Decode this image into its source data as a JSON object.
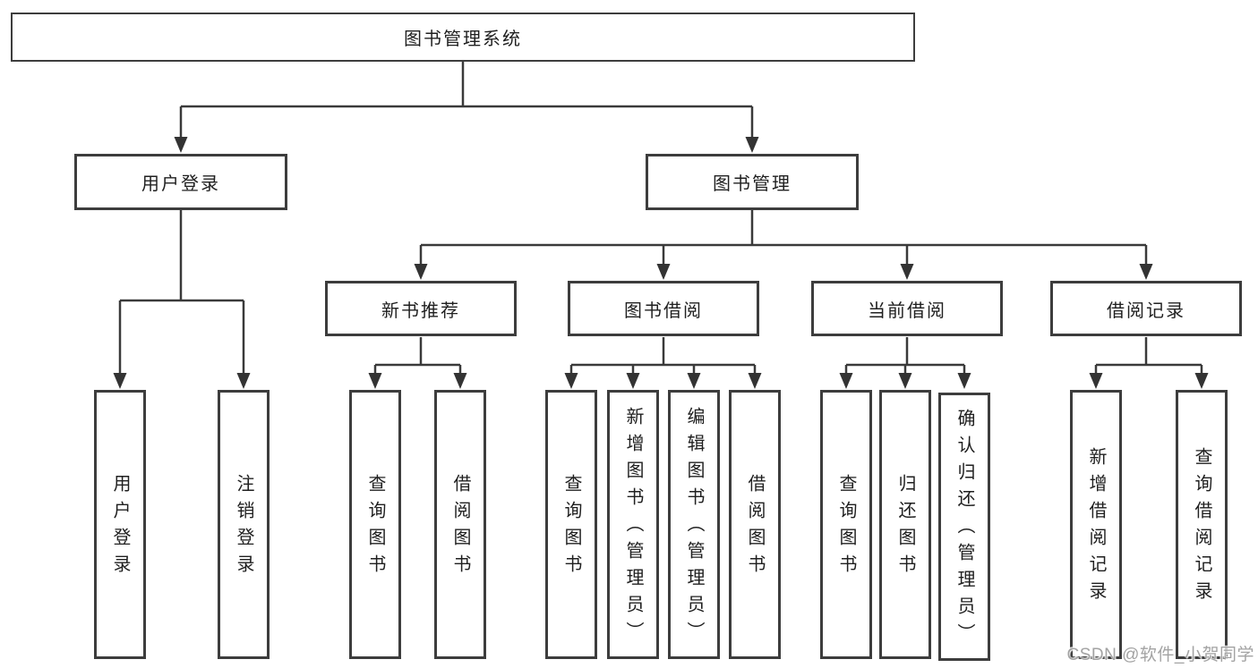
{
  "tree": {
    "root": {
      "label": "图书管理系统"
    },
    "branches": [
      {
        "label": "用户登录",
        "leaves": [
          {
            "label": "用户登录"
          },
          {
            "label": "注销登录"
          }
        ]
      },
      {
        "label": "图书管理",
        "groups": [
          {
            "label": "新书推荐",
            "leaves": [
              {
                "label": "查询图书"
              },
              {
                "label": "借阅图书"
              }
            ]
          },
          {
            "label": "图书借阅",
            "leaves": [
              {
                "label": "查询图书"
              },
              {
                "label": "新增图书（管理员）"
              },
              {
                "label": "编辑图书（管理员）"
              },
              {
                "label": "借阅图书"
              }
            ]
          },
          {
            "label": "当前借阅",
            "leaves": [
              {
                "label": "查询图书"
              },
              {
                "label": "归还图书"
              },
              {
                "label": "确认归还（管理员）"
              }
            ]
          },
          {
            "label": "借阅记录",
            "leaves": [
              {
                "label": "新增借阅记录"
              },
              {
                "label": "查询借阅记录"
              }
            ]
          }
        ]
      }
    ]
  },
  "watermark": {
    "text": "CSDN @软件_小贺同学"
  },
  "colors": {
    "line": "#3a3a3a",
    "arrow": "#333333",
    "box_border": "#3d3d3d",
    "text": "#1f1f1f",
    "watermark": "#a3a3a3",
    "background": "#ffffff"
  }
}
